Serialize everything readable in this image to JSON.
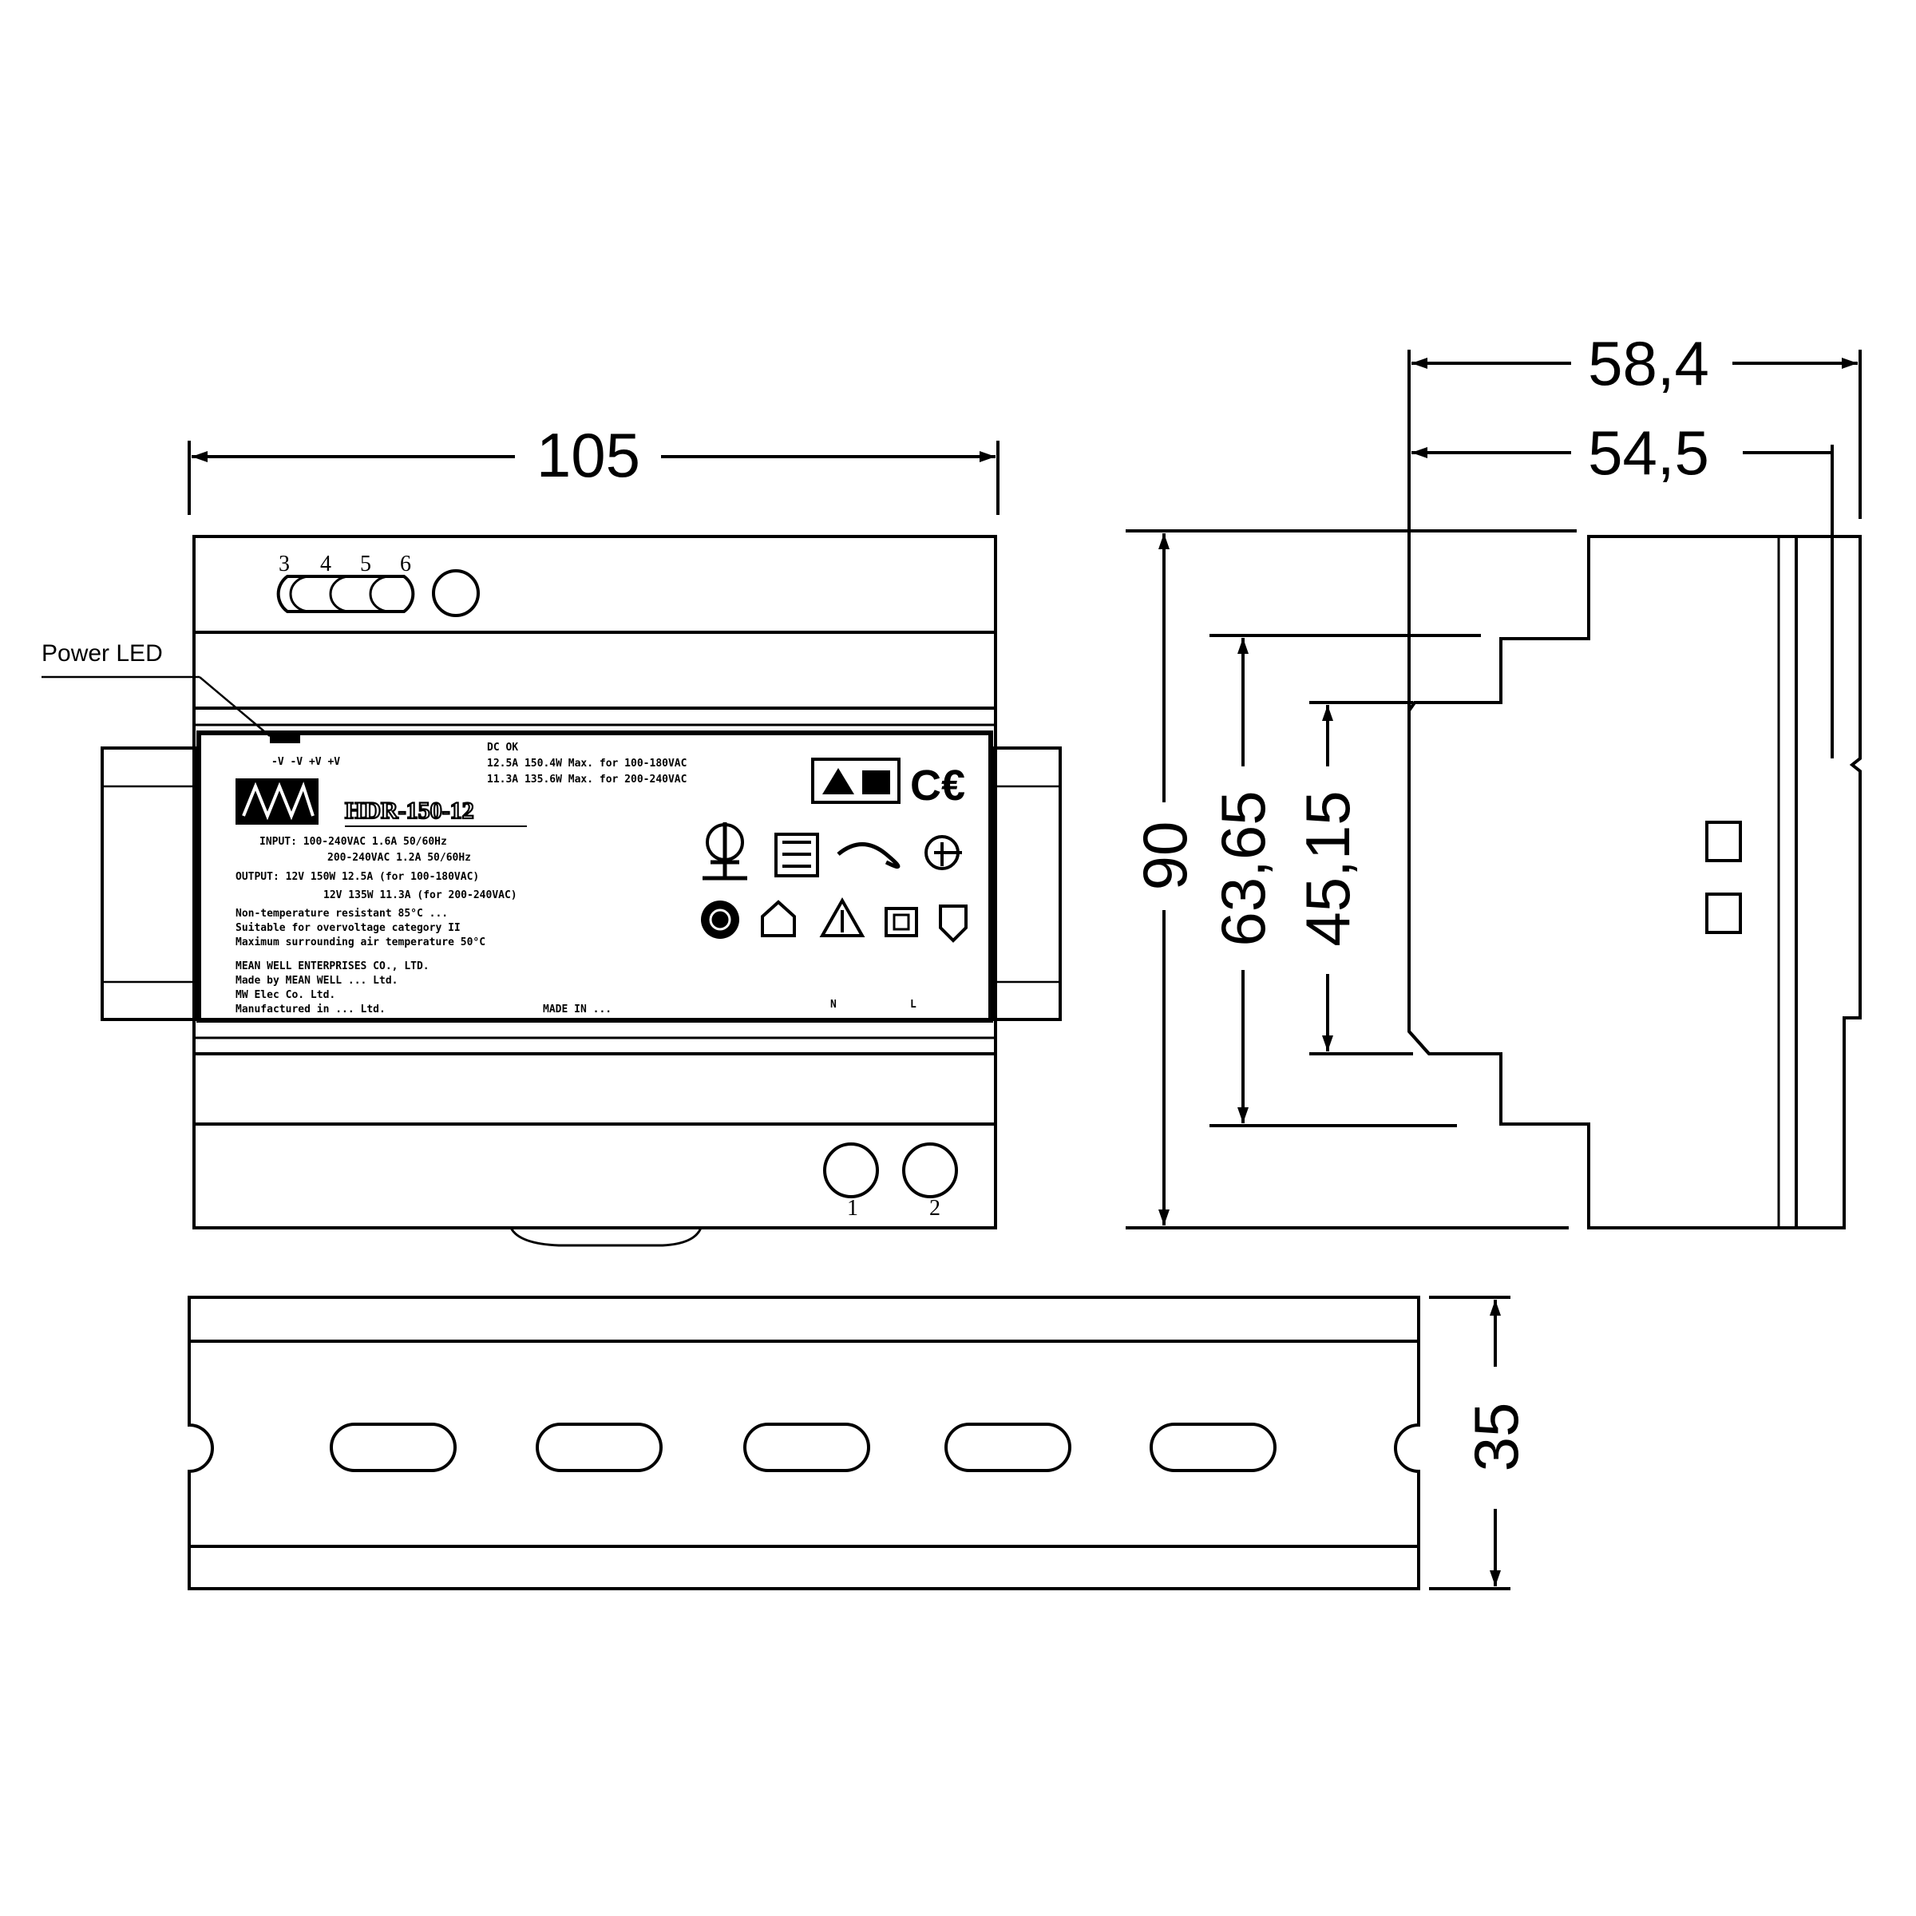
{
  "dimensions": {
    "width_front": "105",
    "depth_total": "58,4",
    "depth_body": "54,5",
    "height_total": "90",
    "height_step": "63,65",
    "height_front": "45,15",
    "rail_height": "35"
  },
  "labels": {
    "power_led": "Power LED",
    "model": "HDR-150-12"
  },
  "terminals": {
    "top": [
      "3",
      "4",
      "5",
      "6"
    ],
    "bottom": [
      "1",
      "2"
    ],
    "label_bottom": [
      "N",
      "L"
    ]
  }
}
